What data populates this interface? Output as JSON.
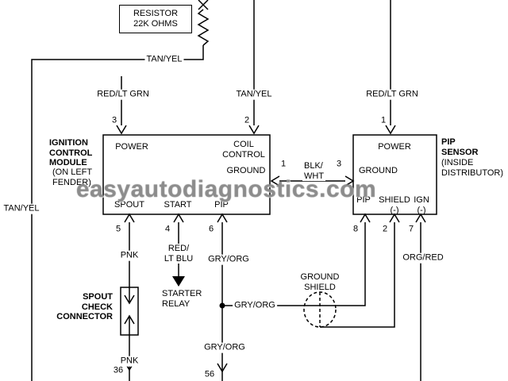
{
  "watermark": "easyautodiagnostics.com",
  "resistor": {
    "label": "RESISTOR\n22K OHMS"
  },
  "wires": {
    "tan_yel_top": "TAN/YEL",
    "red_lt_grn_left": "RED/LT GRN",
    "tan_yel_mid": "TAN/YEL",
    "red_lt_grn_right": "RED/LT GRN",
    "tan_yel_left": "TAN/YEL",
    "blk_wht": "BLK/\nWHT",
    "pnk_upper": "PNK",
    "red_lt_blu": "RED/\nLT BLU",
    "gry_org_pip": "GRY/ORG",
    "gry_org_branch": "GRY/ORG",
    "gry_org_lower": "GRY/ORG",
    "org_red": "ORG/RED",
    "pnk_lower": "PNK"
  },
  "pins": {
    "p3": "3",
    "p2": "2",
    "p1": "1",
    "link_left": "1",
    "link_right": "3",
    "p5": "5",
    "p4": "4",
    "p6": "6",
    "p8": "8",
    "p2b": "2",
    "p7": "7",
    "p36": "36",
    "p56": "56"
  },
  "icm": {
    "title": "IGNITION\nCONTROL\nMODULE",
    "subtitle": "(ON LEFT\nFENDER)",
    "power": "POWER",
    "coil_control": "COIL\nCONTROL",
    "ground": "GROUND",
    "spout": "SPOUT",
    "start": "START",
    "pip": "PIP"
  },
  "pip_sensor": {
    "title": "PIP\nSENSOR",
    "subtitle": "(INSIDE\nDISTRIBUTOR)",
    "power": "POWER",
    "ground": "GROUND",
    "pip": "PIP",
    "shield": "SHIELD\n(-)",
    "ign": "IGN\n(-)"
  },
  "annotations": {
    "starter_relay": "STARTER\nRELAY",
    "spout_check": "SPOUT\nCHECK\nCONNECTOR",
    "ground_shield": "GROUND\nSHIELD"
  }
}
